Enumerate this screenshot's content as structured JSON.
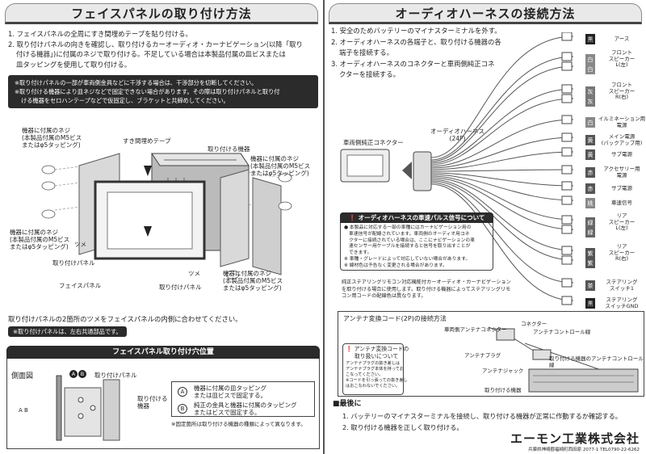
{
  "left": {
    "title": "フェイスパネルの取り付け方法",
    "steps": [
      "1. フェイスパネルの全周にすき間埋めテープを貼り付ける。",
      "2. 取り付けパネルの向きを確認し、取り付けるカーオーディオ・カーナビゲーション(以降「取り",
      "付ける機器」)に付属のネジで取り付ける。不足している場合は本製品付属の皿ビスまたは",
      "皿タッピングを使用して取り付ける。"
    ],
    "notes": [
      "※取り付けパネルの一部が車両側金具などに干渉する場合は、干渉部分を切断してください。",
      "※取り付ける機器により皿ネジなどで固定できない場合があります。その際は取り付けパネルと取り付",
      "ける機器をセロハンテープなどで仮固定し、ブラケットと共締めしてください。"
    ],
    "labels": {
      "screw_tl": "機器に付属のネジ",
      "screw_tl_sub1": "(本製品付属のM5ビス",
      "screw_tl_sub2": "またはφ5タッピング)",
      "gap_tape": "すき間埋めテープ",
      "device": "取り付ける機器",
      "screw_tr": "機器に付属のネジ",
      "screw_tr_sub1": "(本製品付属のM5ビス",
      "screw_tr_sub2": "またはφ5タッピング)",
      "screw_ml": "機器に付属のネジ",
      "screw_ml_sub1": "(本製品付属のM5ビス",
      "screw_ml_sub2": "またはφ5タッピング)",
      "tsume_l": "ツメ",
      "mount_panel_l": "取り付けパネル",
      "face_panel": "フェイスパネル",
      "tsume_r": "ツメ",
      "mount_panel_r": "取り付けパネル",
      "screw_br": "機器に付属のネジ",
      "screw_br_sub1": "(本製品付属のM5ビス",
      "screw_br_sub2": "またはφ5タッピング)"
    },
    "tab_text": "取り付けパネルの2箇所のツメをフェイスパネルの内側に合わせてください。",
    "common_note": "※取り付けパネルは、左右共通部品です。",
    "hole": {
      "title": "フェイスパネル取り付け穴位置",
      "side_view": "側面図",
      "mark_a": "A",
      "mark_b": "B",
      "label_panel": "取り付けパネル",
      "label_device1": "取り付ける",
      "label_device2": "機器",
      "a_text1": "機器に付属の皿タッピング",
      "a_text2": "または皿ビスで固定する。",
      "b_text1": "純正の金具と機器に付属のタッピング",
      "b_text2": "またはビスで固定する。",
      "fix_note": "※固定箇所は取り付ける機器の種類によって異なります。"
    }
  },
  "right": {
    "title": "オーディオハーネスの接続方法",
    "steps": [
      "1. 安全のためバッテリーのマイナスターミナルを外す。",
      "2. オーディオハーネスの各端子と、取り付ける機器の各",
      "端子を接続する。",
      "3. オーディオハーネスのコネクターと車両側純正コネ",
      "クターを接続する。"
    ],
    "harness_label": "オーディオハーネス",
    "harness_pins": "(24P)",
    "vehicle_connector": "車両側純正コネクター",
    "wires": [
      {
        "chip": "黒",
        "color": "#222222",
        "label": "アース"
      },
      {
        "chip": "白",
        "color": "#888888",
        "label": "フロント\nスピーカー\nL(左)"
      },
      {
        "chip": "白",
        "color": "#888888",
        "label": ""
      },
      {
        "chip": "灰",
        "color": "#777777",
        "label": "フロント\nスピーカー\nR(右)"
      },
      {
        "chip": "灰",
        "color": "#777777",
        "label": ""
      },
      {
        "chip": "白",
        "color": "#888888",
        "label": "イルミネーション用\n電源"
      },
      {
        "chip": "黄",
        "color": "#555555",
        "label": "メイン電源\n(バックアップ用)"
      },
      {
        "chip": "黄",
        "color": "#555555",
        "label": "サブ電源"
      },
      {
        "chip": "赤",
        "color": "#555555",
        "label": "アクセサリー用\n電源"
      },
      {
        "chip": "赤",
        "color": "#555555",
        "label": "サブ電源"
      },
      {
        "chip": "桃",
        "color": "#888888",
        "label": "車速信号"
      },
      {
        "chip": "緑",
        "color": "#666666",
        "label": "リア\nスピーカー\nL(左)"
      },
      {
        "chip": "緑",
        "color": "#666666",
        "label": ""
      },
      {
        "chip": "紫",
        "color": "#555555",
        "label": "リア\nスピーカー\nR(右)"
      },
      {
        "chip": "紫",
        "color": "#555555",
        "label": ""
      },
      {
        "chip": "茶",
        "color": "#555555",
        "label": "ステアリング\nスイッチ1"
      },
      {
        "chip": "黒",
        "color": "#222222",
        "label": "ステアリング\nスイッチGND"
      }
    ],
    "pulse": {
      "title": "オーディオハーネスの車速パルス信号について",
      "lines": [
        "● 本製品に対応する一部の車種にはカーナビゲーション用の",
        "車速信号が配線されています。車両側のオーディオ用コネ",
        "クターに接続されている場合は、ここにナビゲーションの車",
        "速センサー用ケーブルを接続すると信号を取り出すことが",
        "できます。",
        "※ 車種・グレードによって対応していない場合があります。",
        "※ 線材色は予告なく変更される場合があります。"
      ]
    },
    "steering": [
      "純正ステアリングリモコン対応機能付カーオーディオ・カーナビゲーション",
      "を取り付ける場合に使用します。取り付ける機器によってステアリングリモ",
      "コン用コードの配線色は異なります。"
    ],
    "antenna": {
      "title": "アンテナ変換コード(2P)の接続方法",
      "l_vehicle_ant": "車両側アンテナコネクター",
      "l_connector": "コネクター",
      "l_ant_ctrl": "アンテナコントロール線",
      "l_plug": "アンテナプラグ",
      "l_device_ctrl": "取り付ける機器のアンテナコントロール線",
      "l_jack": "アンテナジャック",
      "l_device": "取り付ける機器",
      "warn_title1": "アンテナ変換コードの",
      "warn_title2": "取り扱いについて",
      "warn_lines": [
        "アンテナプラグの抜き差しは",
        "アンテナプラグ本体を持ってお",
        "こなってください。",
        "※コードを引っ張っての抜き差し",
        "はおこなわないでください。"
      ]
    },
    "final": {
      "title": "■最後に",
      "steps": [
        "1. バッテリーのマイナスターミナルを接続し、取り付ける機器が正常に作動するか確認する。",
        "2. 取り付ける機器を正しく取り付ける。"
      ]
    },
    "company": "エーモン工業株式会社",
    "address": "兵庫県神崎郡福崎町西田原 2077-1   TEL0790-22-6262"
  }
}
